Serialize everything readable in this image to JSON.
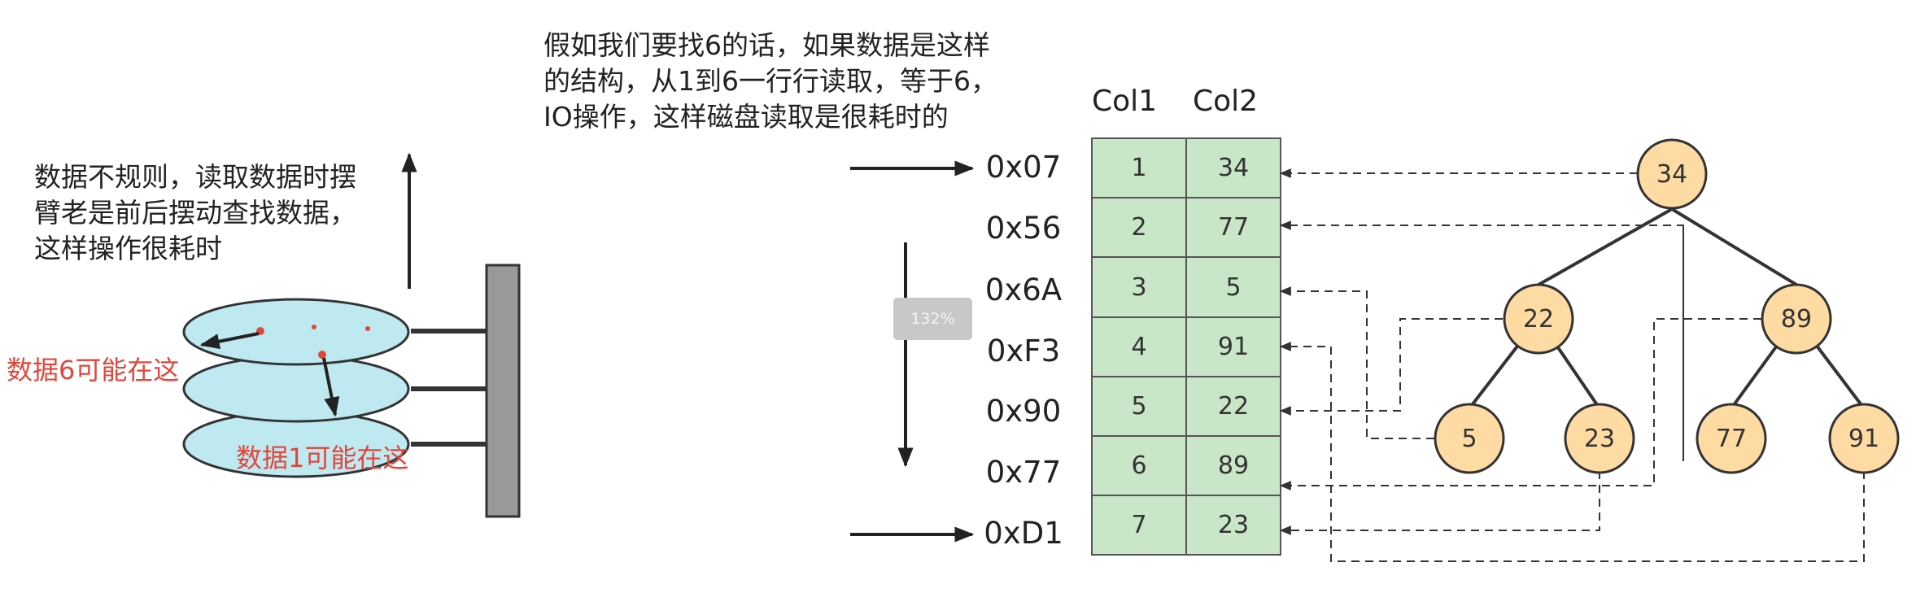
{
  "notes": {
    "search_line1": "假如我们要找6的话，如果数据是这样",
    "search_line2": "的结构，从1到6一行行读取，等于6，",
    "search_line3": "IO操作，这样磁盘读取是很耗时的",
    "disk_line1": "数据不规则，读取数据时摆",
    "disk_line2": "臂老是前后摆动查找数据，",
    "disk_line3": "这样操作很耗时"
  },
  "disk_labels": {
    "data6": "数据6可能在这",
    "data1": "数据1可能在这"
  },
  "table": {
    "col1_header": "Col1",
    "col2_header": "Col2",
    "rows": [
      {
        "addr": "0x07",
        "col1": "1",
        "col2": "34"
      },
      {
        "addr": "0x56",
        "col1": "2",
        "col2": "77"
      },
      {
        "addr": "0x6A",
        "col1": "3",
        "col2": "5"
      },
      {
        "addr": "0xF3",
        "col1": "4",
        "col2": "91"
      },
      {
        "addr": "0x90",
        "col1": "5",
        "col2": "22"
      },
      {
        "addr": "0x77",
        "col1": "6",
        "col2": "89"
      },
      {
        "addr": "0xD1",
        "col1": "7",
        "col2": "23"
      }
    ]
  },
  "tree": {
    "root": "34",
    "left": "22",
    "right": "89",
    "left_left": "5",
    "left_right": "23",
    "right_left": "77",
    "right_right": "91"
  },
  "zoom_badge": "132%",
  "colors": {
    "cell_fill": "#c9e6c9",
    "cell_border": "#555555",
    "node_fill": "#fddba3",
    "node_stroke": "#333333",
    "platter_fill": "#bfe9f1",
    "platter_stroke": "#333333",
    "spindle_fill": "#999999",
    "red": "#e2463a"
  }
}
